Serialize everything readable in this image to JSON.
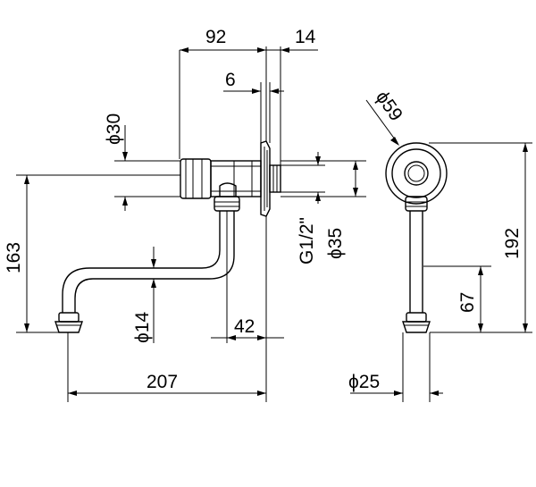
{
  "dimensions": {
    "d92": "92",
    "d14": "14",
    "d6": "6",
    "d30": "ϕ30",
    "d59": "ϕ59",
    "d163": "163",
    "thread": "G1/2\"",
    "d35": "ϕ35",
    "d192": "192",
    "d67": "67",
    "d14b": "ϕ14",
    "d42": "42",
    "d207": "207",
    "d25": "ϕ25"
  }
}
